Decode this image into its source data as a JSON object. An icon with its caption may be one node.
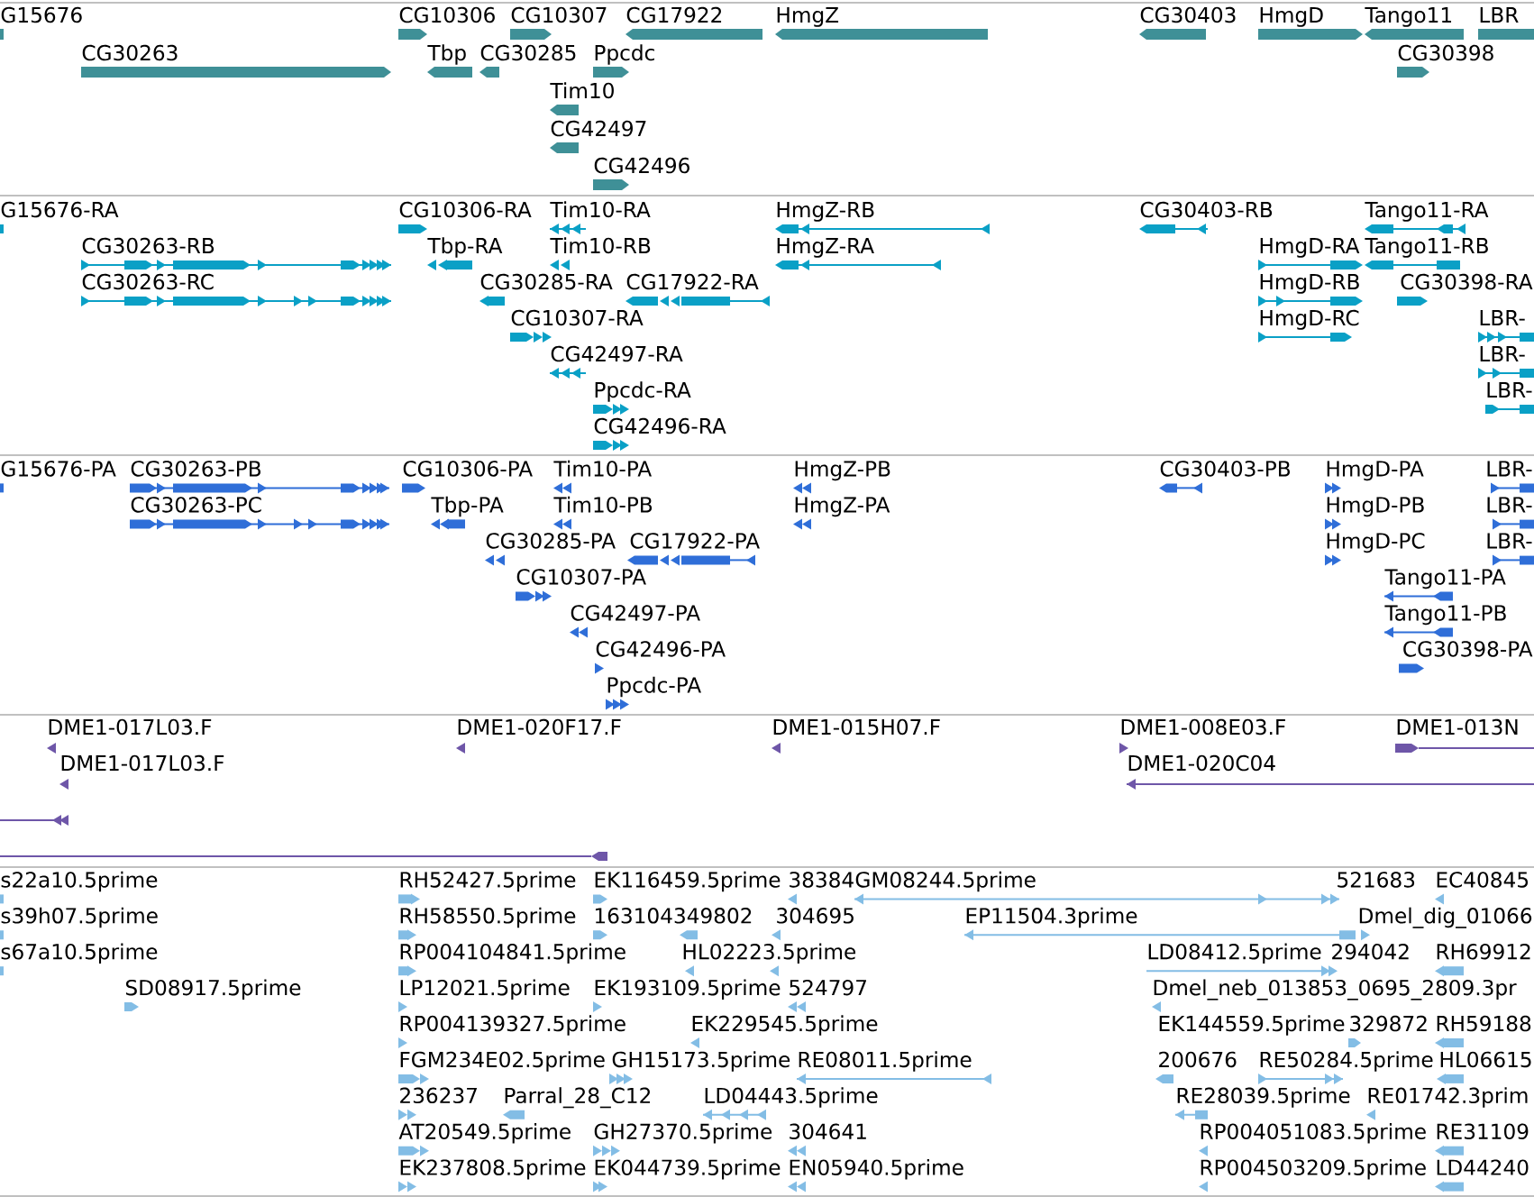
{
  "diagram": {
    "labels": [
      "G15676",
      "CG10306",
      "CG10307",
      "CG17922",
      "HmgZ",
      "CG30403",
      "HmgD",
      "Tango11",
      "LBR",
      "CG30263",
      "Tbp",
      "CG30285",
      "Ppcdc",
      "CG30398",
      "Tim10",
      "CG42497",
      "CG42496",
      "G15676-RA",
      "CG10306-RA",
      "Tim10-RA",
      "HmgZ-RB",
      "CG30403-RB",
      "Tango11-RA",
      "CG30263-RB",
      "Tbp-RA",
      "Tim10-RB",
      "HmgZ-RA",
      "HmgD-RA",
      "Tango11-RB",
      "CG30263-RC",
      "CG30285-RA",
      "CG17922-RA",
      "HmgD-RB",
      "CG30398-RA",
      "CG10307-RA",
      "HmgD-RC",
      "LBR-",
      "CG42497-RA",
      "LBR-",
      "Ppcdc-RA",
      "LBR-",
      "CG42496-RA",
      "G15676-PA",
      "CG30263-PB",
      "CG10306-PA",
      "Tim10-PA",
      "HmgZ-PB",
      "CG30403-PB",
      "HmgD-PA",
      "LBR-",
      "CG30263-PC",
      "Tbp-PA",
      "Tim10-PB",
      "HmgZ-PA",
      "HmgD-PB",
      "LBR-",
      "CG30285-PA",
      "CG17922-PA",
      "HmgD-PC",
      "LBR-",
      "CG10307-PA",
      "Tango11-PA",
      "CG42497-PA",
      "Tango11-PB",
      "CG42496-PA",
      "CG30398-PA",
      "Ppcdc-PA",
      "DME1-017L03.F",
      "DME1-020F17.F",
      "DME1-015H07.F",
      "DME1-008E03.F",
      "DME1-013N",
      "DME1-017L03.F",
      "DME1-020C04",
      "s22a10.5prime",
      "RH52427.5prime",
      "EK116459.5prime",
      "38384",
      "GM08244.5prime",
      "521683",
      "EC40845",
      "s39h07.5prime",
      "RH58550.5prime",
      "163104349802",
      "304695",
      "EP11504.3prime",
      "Dmel_dig_01066",
      "s67a10.5prime",
      "RP004104841.5prime",
      "HL02223.5prime",
      "LD08412.5prime",
      "294042",
      "RH69912",
      "SD08917.5prime",
      "LP12021.5prime",
      "EK193109.5prime",
      "524797",
      "Dmel_neb_013853_0695_2809.3pr",
      "RP004139327.5prime",
      "EK229545.5prime",
      "EK144559.5prime",
      "329872",
      "RH59188",
      "FGM234E02.5prime",
      "GH15173.5prime",
      "RE08011.5prime",
      "200676",
      "RE50284.5prime",
      "HL06615",
      "236237",
      "Parral_28_C12",
      "LD04443.5prime",
      "RE28039.5prime",
      "RE01742.3prim",
      "AT20549.5prime",
      "GH27370.5prime",
      "304641",
      "RP004051083.5prime",
      "RE31109",
      "EK237808.5prime",
      "EK044739.5prime",
      "EN05940.5prime",
      "RP004503209.5prime",
      "LD44240"
    ]
  }
}
